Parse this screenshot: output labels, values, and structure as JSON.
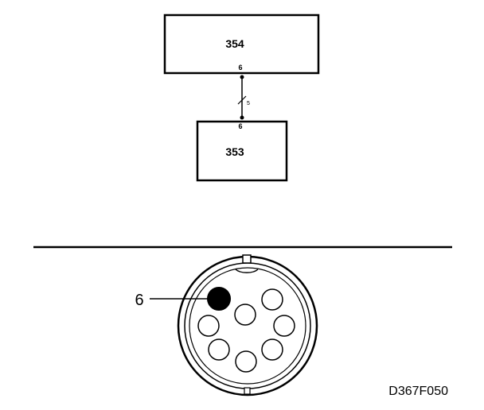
{
  "wiring": {
    "module_top": {
      "label": "354",
      "pin": "6"
    },
    "module_bottom": {
      "label": "353",
      "pin": "6"
    },
    "wire_mark": "5"
  },
  "connector": {
    "highlight_pin_label": "6"
  },
  "figure_code": "D367F050"
}
